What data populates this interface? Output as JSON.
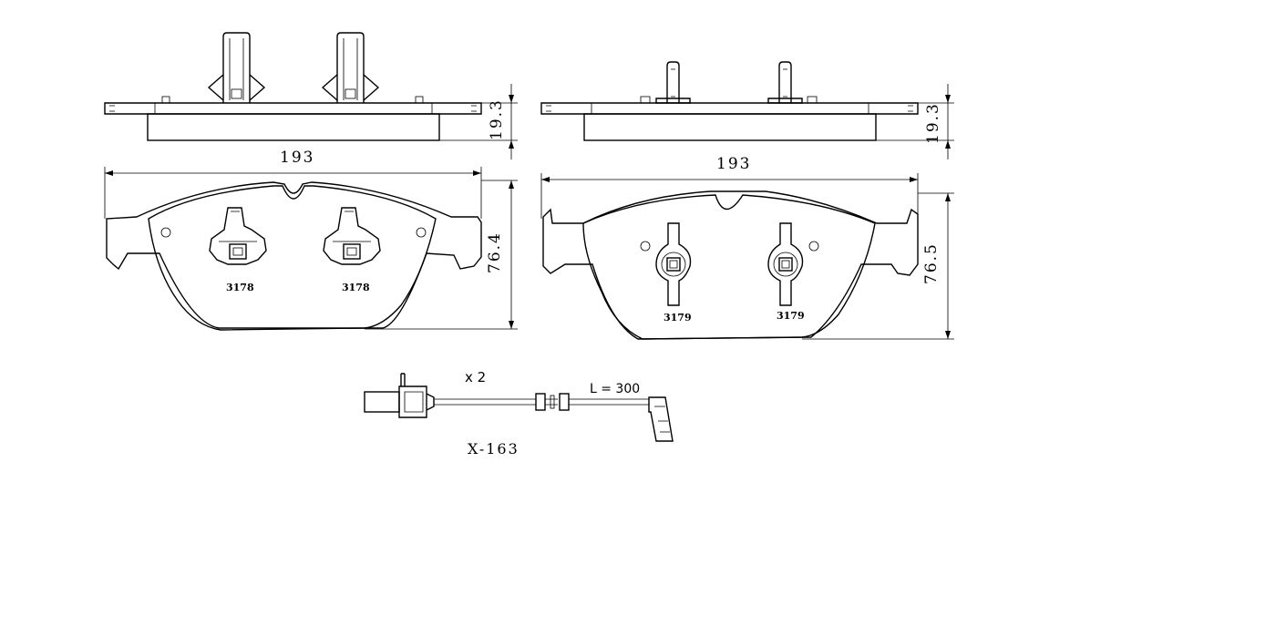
{
  "left_pad": {
    "width_dim": "193",
    "thickness_dim": "19.3",
    "height_dim": "76.4",
    "clip_code_1": "3178",
    "clip_code_2": "3178"
  },
  "right_pad": {
    "width_dim": "193",
    "thickness_dim": "19.3",
    "height_dim": "76.5",
    "clip_code_1": "3179",
    "clip_code_2": "3179"
  },
  "sensor": {
    "quantity": "x 2",
    "length": "L = 300",
    "part_number": "X-163"
  }
}
